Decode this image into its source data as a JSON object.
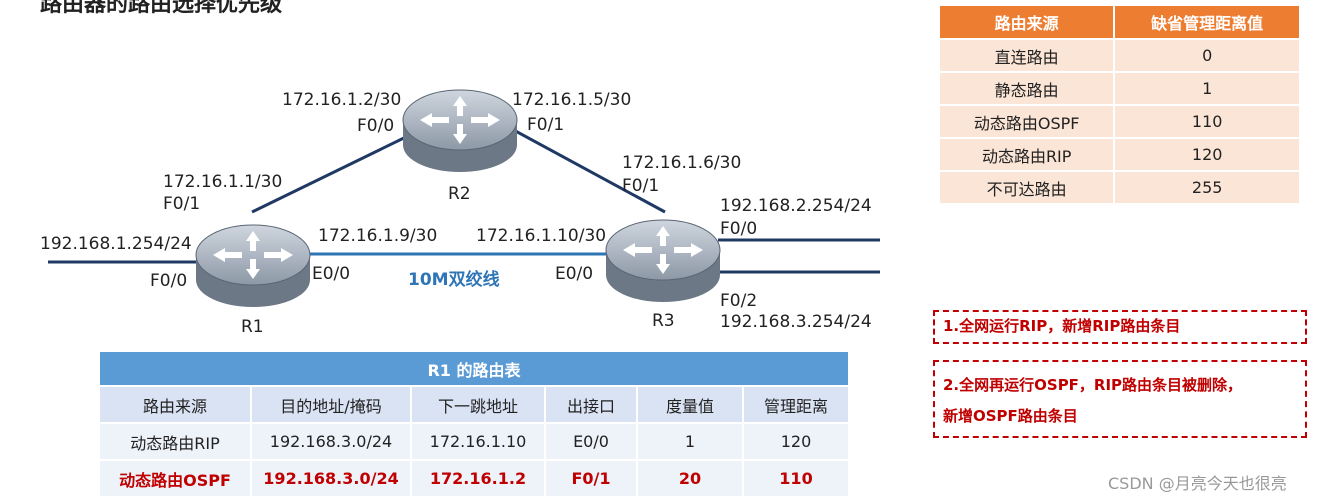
{
  "diagram": {
    "title_fragment": "路由器的路由选择优先级",
    "routers": [
      {
        "id": "R1",
        "name": "R1"
      },
      {
        "id": "R2",
        "name": "R2"
      },
      {
        "id": "R3",
        "name": "R3"
      }
    ],
    "labels": {
      "r2_left_ip": "172.16.1.2/30",
      "r2_left_if": "F0/0",
      "r2_right_ip": "172.16.1.5/30",
      "r2_right_if": "F0/1",
      "r1_up_ip": "172.16.1.1/30",
      "r1_up_if": "F0/1",
      "r1_lan_ip": "192.168.1.254/24",
      "r1_lan_if": "F0/0",
      "r1_e_if": "E0/0",
      "r1_e_ip": "172.16.1.9/30",
      "r3_up_ip": "172.16.1.6/30",
      "r3_up_if": "F0/1",
      "r3_e_ip": "172.16.1.10/30",
      "r3_e_if": "E0/0",
      "r3_lan1_ip": "192.168.2.254/24",
      "r3_lan1_if": "F0/0",
      "r3_lan2_if": "F0/2",
      "r3_lan2_ip": "192.168.3.254/24",
      "link_label": "10M双绞线"
    }
  },
  "admin_distance_table": {
    "headers": [
      "路由来源",
      "缺省管理距离值"
    ],
    "rows": [
      [
        "直连路由",
        "0"
      ],
      [
        "静态路由",
        "1"
      ],
      [
        "动态路由OSPF",
        "110"
      ],
      [
        "动态路由RIP",
        "120"
      ],
      [
        "不可达路由",
        "255"
      ]
    ]
  },
  "routing_table": {
    "caption": "R1 的路由表",
    "headers": [
      "路由来源",
      "目的地址/掩码",
      "下一跳地址",
      "出接口",
      "度量值",
      "管理距离"
    ],
    "rows": [
      [
        "动态路由RIP",
        "192.168.3.0/24",
        "172.16.1.10",
        "E0/0",
        "1",
        "120"
      ],
      [
        "动态路由OSPF",
        "192.168.3.0/24",
        "172.16.1.2",
        "F0/1",
        "20",
        "110"
      ]
    ]
  },
  "notes": [
    "1.全网运行RIP，新增RIP路由条目",
    "2.全网再运行OSPF，RIP路由条目被删除，",
    "新增OSPF路由条目"
  ],
  "watermark": "CSDN @月亮今天也很亮",
  "colors": {
    "orange_header": "#ed7d31",
    "blue_header": "#5b9bd5",
    "highlight_red": "#c00000",
    "link_blue": "#2e75b6"
  }
}
